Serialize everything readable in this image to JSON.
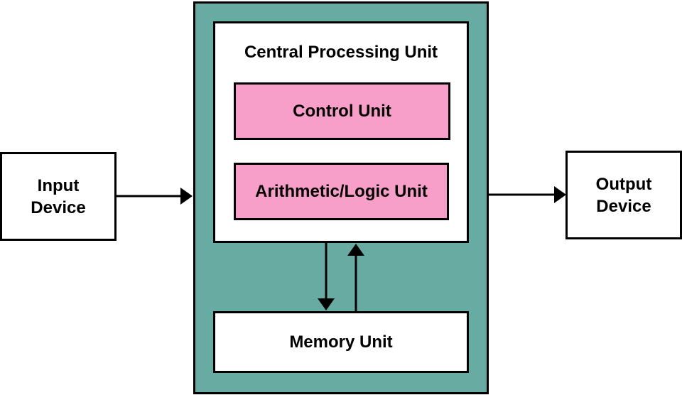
{
  "diagram": {
    "input_device": "Input\nDevice",
    "output_device": "Output\nDevice",
    "cpu_title": "Central Processing Unit",
    "control_unit": "Control Unit",
    "alu": "Arithmetic/Logic Unit",
    "memory_unit": "Memory Unit"
  },
  "colors": {
    "computer_fill": "#67aba3",
    "unit_fill": "#f79fc9",
    "box_fill": "#ffffff",
    "line": "#000000"
  }
}
